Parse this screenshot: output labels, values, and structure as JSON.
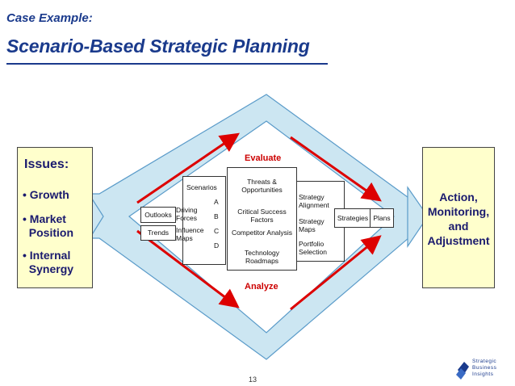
{
  "header": {
    "kicker": "Case Example:",
    "title": "Scenario-Based Strategic Planning"
  },
  "issues": {
    "title": "Issues:",
    "items": [
      "• Growth",
      "• Market\n  Position",
      "• Internal\n  Synergy"
    ]
  },
  "action": {
    "text": "Action,\nMonitoring,\nand\nAdjustment"
  },
  "flow": {
    "evaluate": "Evaluate",
    "analyze": "Analyze"
  },
  "scenarios": {
    "title": "Scenarios",
    "letters": [
      "A",
      "B",
      "C",
      "D"
    ],
    "outlooks": "Outlooks",
    "trends": "Trends",
    "driving_forces": "Driving\nForces",
    "influence_maps": "Influence\nMaps"
  },
  "analysis": {
    "threats": "Threats &\nOpportunities",
    "csf": "Critical Success\nFactors",
    "competitor": "Competitor Analysis",
    "technology": "Technology\nRoadmaps"
  },
  "strategy": {
    "alignment": "Strategy\nAlignment",
    "maps": "Strategy\nMaps",
    "portfolio": "Portfolio\nSelection",
    "strategies": "Strategies",
    "plans": "Plans"
  },
  "footer": {
    "page_number": "13",
    "logo_lines": [
      "Strategic",
      "Business",
      "Insights"
    ]
  },
  "colors": {
    "title_blue": "#1a3a8c",
    "diamond_fill": "#cce6f2",
    "diamond_stroke": "#5a9bc9",
    "arrow_red": "#dd0000",
    "box_yellow": "#ffffcc"
  }
}
